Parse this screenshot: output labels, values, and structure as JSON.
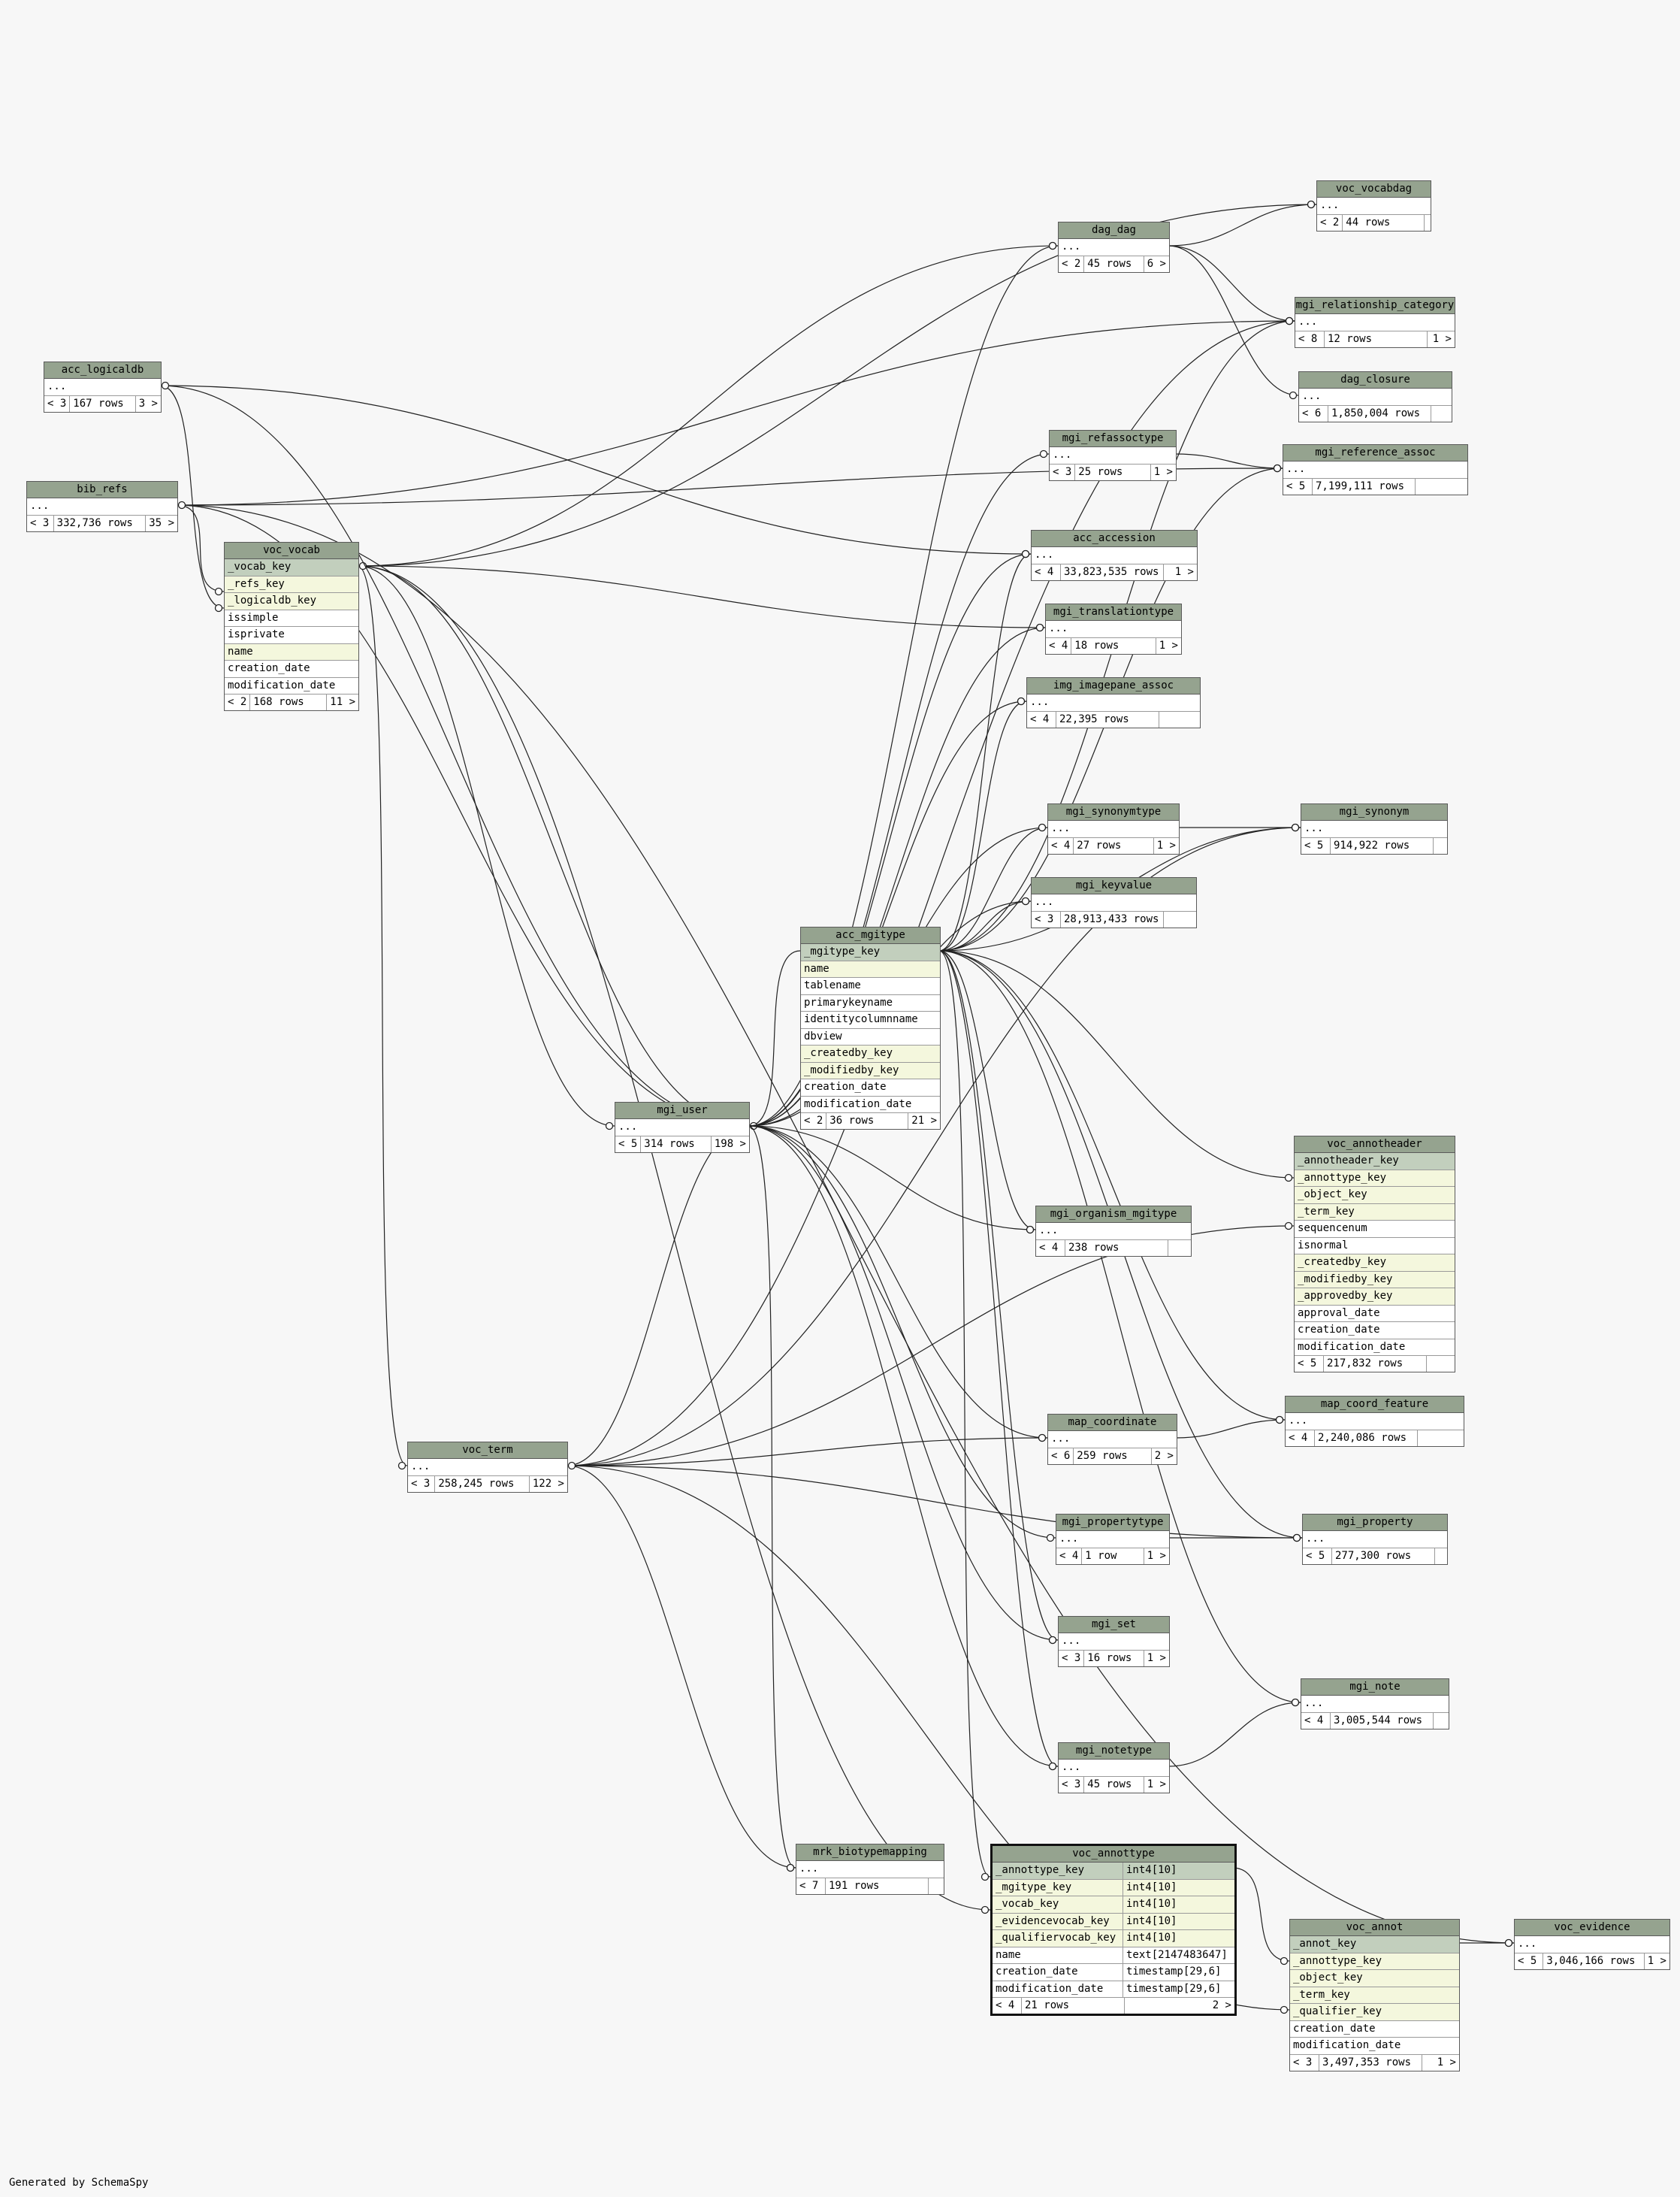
{
  "footer": {
    "generated_by": "Generated by SchemaSpy"
  },
  "tables": {
    "acc_logicaldb": {
      "name": "acc_logicaldb",
      "rows": [
        "..."
      ],
      "foot": [
        "< 3",
        "167 rows",
        "3 >"
      ]
    },
    "bib_refs": {
      "name": "bib_refs",
      "rows": [
        "..."
      ],
      "foot": [
        "< 3",
        "332,736 rows",
        "35 >"
      ]
    },
    "voc_vocab": {
      "name": "voc_vocab",
      "rows": [
        "_vocab_key",
        "_refs_key",
        "_logicaldb_key",
        "issimple",
        "isprivate",
        "name",
        "creation_date",
        "modification_date"
      ],
      "foot": [
        "< 2",
        "168 rows",
        "11 >"
      ]
    },
    "voc_vocabdag": {
      "name": "voc_vocabdag",
      "rows": [
        "..."
      ],
      "foot": [
        "< 2",
        "44 rows",
        ""
      ]
    },
    "dag_dag": {
      "name": "dag_dag",
      "rows": [
        "..."
      ],
      "foot": [
        "< 2",
        "45 rows",
        "6 >"
      ]
    },
    "mgi_relationship_category": {
      "name": "mgi_relationship_category",
      "rows": [
        "..."
      ],
      "foot": [
        "< 8",
        "12 rows",
        "1 >"
      ]
    },
    "dag_closure": {
      "name": "dag_closure",
      "rows": [
        "..."
      ],
      "foot": [
        "< 6",
        "1,850,004 rows",
        ""
      ]
    },
    "mgi_refassoctype": {
      "name": "mgi_refassoctype",
      "rows": [
        "..."
      ],
      "foot": [
        "< 3",
        "25 rows",
        "1 >"
      ]
    },
    "mgi_reference_assoc": {
      "name": "mgi_reference_assoc",
      "rows": [
        "..."
      ],
      "foot": [
        "< 5",
        "7,199,111 rows",
        ""
      ]
    },
    "acc_accession": {
      "name": "acc_accession",
      "rows": [
        "..."
      ],
      "foot": [
        "< 4",
        "33,823,535 rows",
        "1 >"
      ]
    },
    "mgi_translationtype": {
      "name": "mgi_translationtype",
      "rows": [
        "..."
      ],
      "foot": [
        "< 4",
        "18 rows",
        "1 >"
      ]
    },
    "img_imagepane_assoc": {
      "name": "img_imagepane_assoc",
      "rows": [
        "..."
      ],
      "foot": [
        "< 4",
        "22,395 rows",
        ""
      ]
    },
    "mgi_synonymtype": {
      "name": "mgi_synonymtype",
      "rows": [
        "..."
      ],
      "foot": [
        "< 4",
        "27 rows",
        "1 >"
      ]
    },
    "mgi_synonym": {
      "name": "mgi_synonym",
      "rows": [
        "..."
      ],
      "foot": [
        "< 5",
        "914,922 rows",
        ""
      ]
    },
    "mgi_keyvalue": {
      "name": "mgi_keyvalue",
      "rows": [
        "..."
      ],
      "foot": [
        "< 3",
        "28,913,433 rows",
        ""
      ]
    },
    "acc_mgitype": {
      "name": "acc_mgitype",
      "rows": [
        "_mgitype_key",
        "name",
        "tablename",
        "primarykeyname",
        "identitycolumnname",
        "dbview",
        "_createdby_key",
        "_modifiedby_key",
        "creation_date",
        "modification_date"
      ],
      "foot": [
        "< 2",
        "36 rows",
        "21 >"
      ]
    },
    "mgi_user": {
      "name": "mgi_user",
      "rows": [
        "..."
      ],
      "foot": [
        "< 5",
        "314 rows",
        "198 >"
      ]
    },
    "voc_annotheader": {
      "name": "voc_annotheader",
      "rows": [
        "_annotheader_key",
        "_annottype_key",
        "_object_key",
        "_term_key",
        "sequencenum",
        "isnormal",
        "_createdby_key",
        "_modifiedby_key",
        "_approvedby_key",
        "approval_date",
        "creation_date",
        "modification_date"
      ],
      "foot": [
        "< 5",
        "217,832 rows",
        ""
      ]
    },
    "mgi_organism_mgitype": {
      "name": "mgi_organism_mgitype",
      "rows": [
        "..."
      ],
      "foot": [
        "< 4",
        "238 rows",
        ""
      ]
    },
    "map_coord_feature": {
      "name": "map_coord_feature",
      "rows": [
        "..."
      ],
      "foot": [
        "< 4",
        "2,240,086 rows",
        ""
      ]
    },
    "map_coordinate": {
      "name": "map_coordinate",
      "rows": [
        "..."
      ],
      "foot": [
        "< 6",
        "259 rows",
        "2 >"
      ]
    },
    "voc_term": {
      "name": "voc_term",
      "rows": [
        "..."
      ],
      "foot": [
        "< 3",
        "258,245 rows",
        "122 >"
      ]
    },
    "mgi_propertytype": {
      "name": "mgi_propertytype",
      "rows": [
        "..."
      ],
      "foot": [
        "< 4",
        "1 row",
        "1 >"
      ]
    },
    "mgi_property": {
      "name": "mgi_property",
      "rows": [
        "..."
      ],
      "foot": [
        "< 5",
        "277,300 rows",
        ""
      ]
    },
    "mgi_set": {
      "name": "mgi_set",
      "rows": [
        "..."
      ],
      "foot": [
        "< 3",
        "16 rows",
        "1 >"
      ]
    },
    "mgi_note": {
      "name": "mgi_note",
      "rows": [
        "..."
      ],
      "foot": [
        "< 4",
        "3,005,544 rows",
        ""
      ]
    },
    "mgi_notetype": {
      "name": "mgi_notetype",
      "rows": [
        "..."
      ],
      "foot": [
        "< 3",
        "45 rows",
        "1 >"
      ]
    },
    "mrk_biotypemapping": {
      "name": "mrk_biotypemapping",
      "rows": [
        "..."
      ],
      "foot": [
        "< 7",
        "191 rows",
        ""
      ]
    },
    "voc_annottype": {
      "name": "voc_annottype",
      "rows": [
        "_annottype_key",
        "_mgitype_key",
        "_vocab_key",
        "_evidencevocab_key",
        "_qualifiervocab_key",
        "name",
        "creation_date",
        "modification_date"
      ],
      "types": [
        "int4[10]",
        "int4[10]",
        "int4[10]",
        "int4[10]",
        "int4[10]",
        "text[2147483647]",
        "timestamp[29,6]",
        "timestamp[29,6]"
      ],
      "foot": [
        "< 4",
        "21 rows",
        "2 >"
      ]
    },
    "voc_annot": {
      "name": "voc_annot",
      "rows": [
        "_annot_key",
        "_annottype_key",
        "_object_key",
        "_term_key",
        "_qualifier_key",
        "creation_date",
        "modification_date"
      ],
      "foot": [
        "< 3",
        "3,497,353 rows",
        "1 >"
      ]
    },
    "voc_evidence": {
      "name": "voc_evidence",
      "rows": [
        "..."
      ],
      "foot": [
        "< 5",
        "3,046,166 rows",
        "1 >"
      ]
    }
  }
}
